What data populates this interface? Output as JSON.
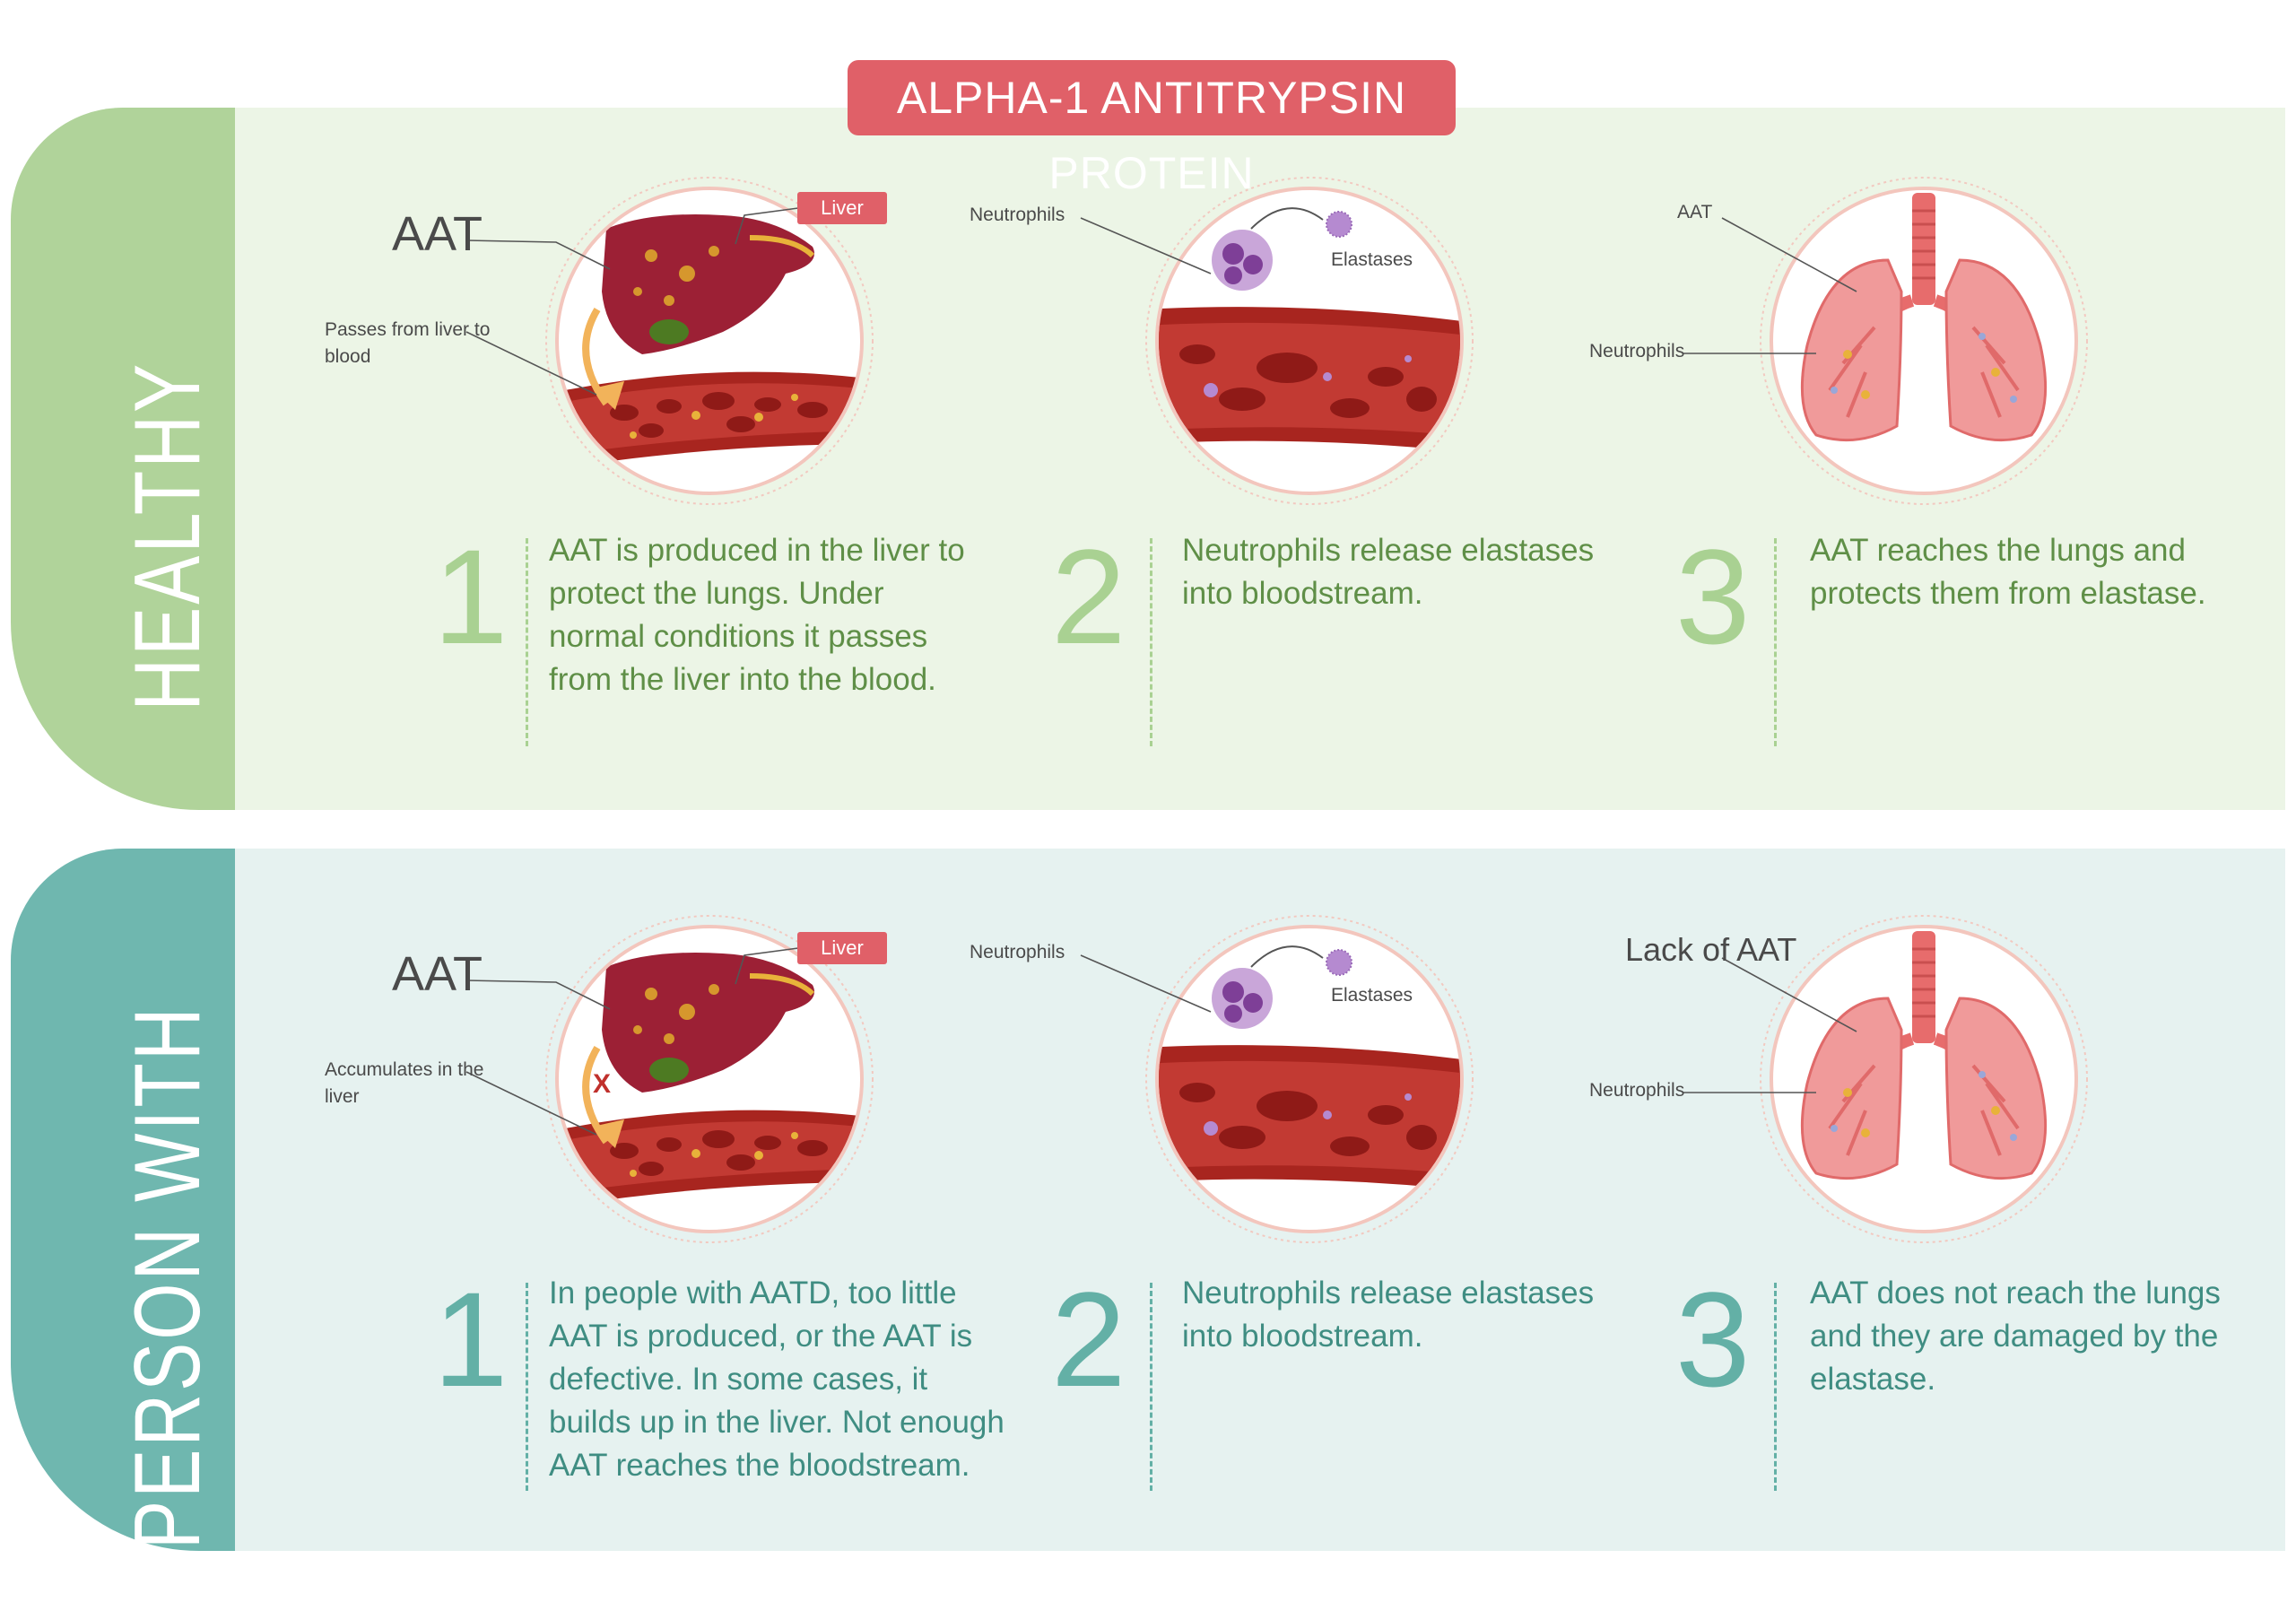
{
  "banner": "ALPHA-1 ANTITRYPSIN PROTEIN",
  "healthy": {
    "side_label": "HEALTHY PERSON",
    "step1": {
      "number": "1",
      "text": "AAT is produced in the liver to protect the lungs. Under normal conditions it passes from the liver into the blood.",
      "label_aat": "AAT",
      "label_liver": "Liver",
      "label_pass": "Passes from liver to blood"
    },
    "step2": {
      "number": "2",
      "text": "Neutrophils release elastases into bloodstream.",
      "label_neutrophils": "Neutrophils",
      "label_elastases": "Elastases"
    },
    "step3": {
      "number": "3",
      "text": "AAT reaches the lungs and protects them from elastase.",
      "label_aat": "AAT",
      "label_neutrophils": "Neutrophils"
    }
  },
  "aatd": {
    "side_label": "PERSON WITH AATD",
    "step1": {
      "number": "1",
      "text": "In people with AATD, too little AAT is produced, or the AAT is defective. In some cases, it builds up in the liver. Not enough AAT reaches the bloodstream.",
      "label_aat": "AAT",
      "label_liver": "Liver",
      "label_accum": "Accumulates in the liver"
    },
    "step2": {
      "number": "2",
      "text": "Neutrophils release elastases into bloodstream.",
      "label_neutrophils": "Neutrophils",
      "label_elastases": "Elastases"
    },
    "step3": {
      "number": "3",
      "text": "AAT does not reach the lungs and they are damaged by the elastase.",
      "label_lack": "Lack of AAT",
      "label_neutrophils": "Neutrophils"
    }
  },
  "colors": {
    "healthy_panel": "#ecf5e6",
    "healthy_accent": "#b0d39a",
    "aatd_panel": "#e6f2f0",
    "aatd_accent": "#6fb7af",
    "banner": "#e06068"
  }
}
